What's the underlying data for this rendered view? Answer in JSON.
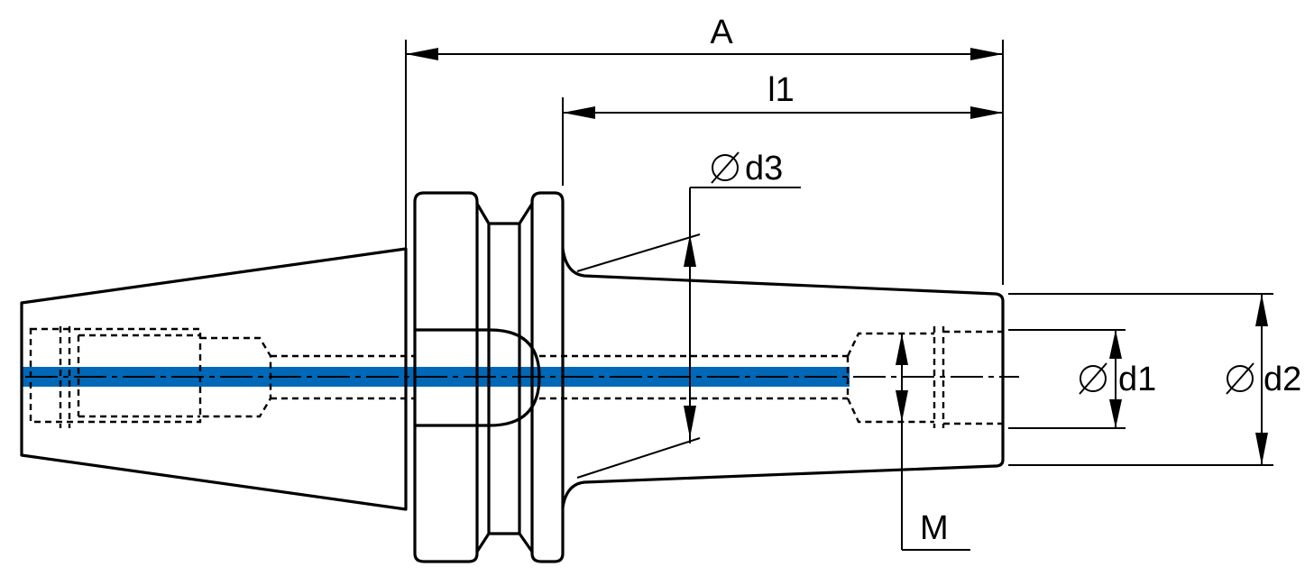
{
  "diagram": {
    "labels": {
      "A": "A",
      "l1": "l1",
      "d3": "d3",
      "d1": "d1",
      "d2": "d2",
      "M": "M",
      "diameter_symbol": "∅"
    },
    "colors": {
      "line": "#000000",
      "coolant_channel": "#0068b6",
      "background": "#ffffff"
    }
  }
}
